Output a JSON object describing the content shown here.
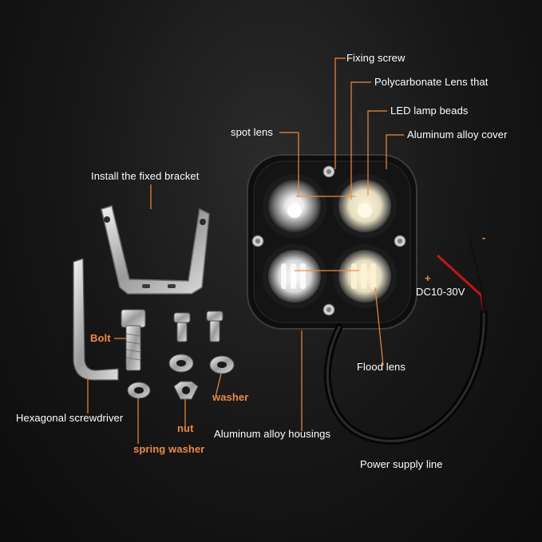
{
  "labels": {
    "fixing_screw": "Fixing screw",
    "polycarbonate_lens": "Polycarbonate Lens that",
    "led_lamp_beads": "LED lamp beads",
    "aluminum_alloy_cover": "Aluminum alloy cover",
    "spot_lens": "spot lens",
    "install_fixed_bracket": "Install the fixed bracket",
    "bolt": "Bolt",
    "washer": "washer",
    "nut": "nut",
    "spring_washer": "spring washer",
    "hexagonal_screwdriver": "Hexagonal screwdriver",
    "aluminum_alloy_housings": "Aluminum alloy housings",
    "flood_lens": "Flood lens",
    "power_supply_line": "Power supply line",
    "plus": "+",
    "minus": "-",
    "voltage": "DC10-30V"
  },
  "colors": {
    "accent": "#f28a3b",
    "text": "#ffffff",
    "background": "#161616",
    "wire_red": "#d01818"
  }
}
